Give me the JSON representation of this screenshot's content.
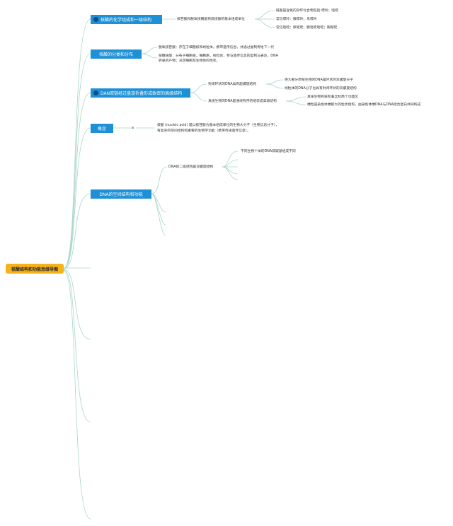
{
  "root": {
    "label": "核酸结构和功能思维导图"
  },
  "branches": [
    {
      "label": "核酸的化学组成和一级结构",
      "icon": "sparkle-icon",
      "sub": "核苷酸和脱氧核糖是构成核酸的基本组成单位",
      "leaves": [
        "碱基是含氮的杂环化合物包括:嘌呤；嘧啶",
        "常见嘌呤：腺嘌呤；鸟嘌呤",
        "常见嘧啶：尿嘧啶；胞嘧啶嘧啶；胸嘧啶"
      ]
    },
    {
      "label": "核酸的分类和分布",
      "leaves": [
        "脱氧核苷酸：存在于细胞核和线粒体，携带遗传信息，并通过复制传给下一代",
        "核糖核酸：分布于细胞核，细胞质，线粒体，参与遗传信息的复制与表达，DNA",
        "转录的产物；决定细胞及生物体的性状。"
      ]
    },
    {
      "label": "DAN双链经过盘旋折叠形成致密的高级结构",
      "icon": "sparkle-icon",
      "subs": [
        "封闭环状的DNA具有超螺旋结构",
        "真核生物的DNA是通线有序的组装成高级结构"
      ],
      "leaves": [
        "绝大部分原核生物的DNA是环状的双螺旋分子",
        "线粒体的DNA分子也具有封闭环状的双螺旋结构",
        "真核生物有核和着丝粒两个功能区",
        "端粒是染色体端膨大的粒状结构，由染色体端DNA与DNA结合蛋白共同构成"
      ]
    },
    {
      "label": "概念",
      "marker": "a",
      "leaves": [
        "核酸 (nucleic acid) 是以核苷酸为基本组成单位的生物大分子（生物信息分子），",
        "有复杂的空间结构和重要的生物学功能（携带传递遗传信息）。"
      ]
    },
    {
      "label": "DNA的空间结构和功能",
      "sub": "DNA的二级结构是双螺旋结构",
      "leaves": [
        "不同生物个体的DNA其碱基组成不同"
      ]
    }
  ],
  "colors": {
    "branch": "#1e90d6",
    "root": "#f6b21b",
    "link": "#a9d6c6"
  }
}
